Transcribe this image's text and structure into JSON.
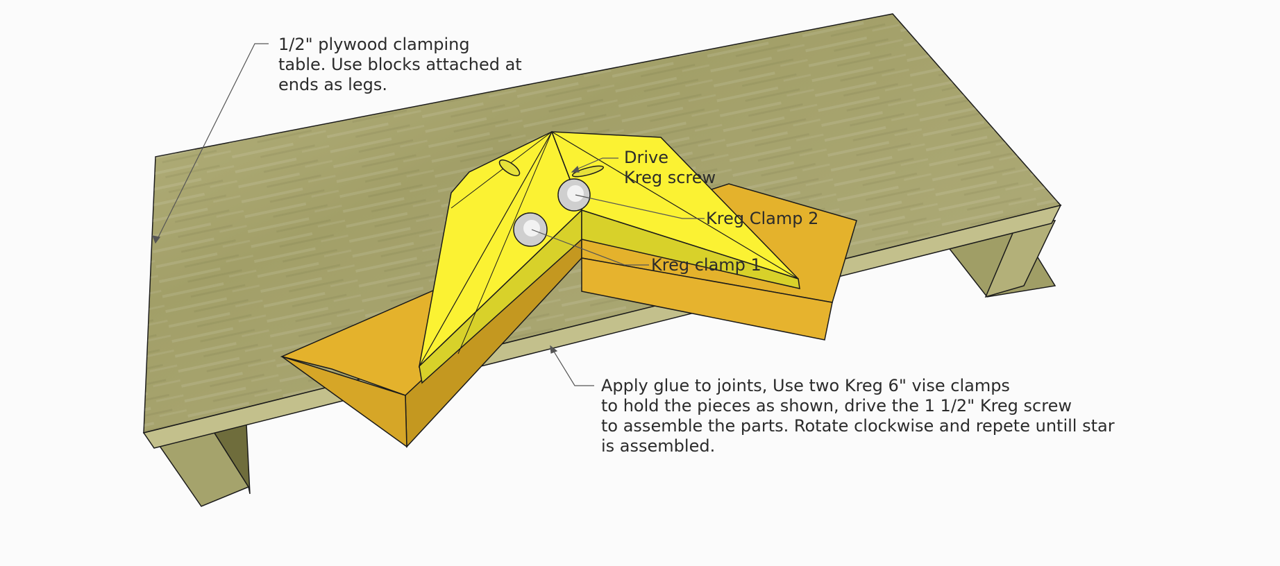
{
  "annotations": {
    "table_note": {
      "lines": [
        "1/2\" plywood clamping",
        "table. Use blocks attached at",
        "ends as legs."
      ]
    },
    "drive_note": {
      "lines": [
        "Drive",
        "Kreg screw"
      ]
    },
    "clamp2_label": "Kreg Clamp 2",
    "clamp1_label": "Kreg clamp 1",
    "glue_note": {
      "lines": [
        "Apply glue to joints, Use two Kreg 6\" vise clamps",
        "to hold the pieces as shown, drive the 1 1/2\" Kreg screw",
        "to assemble the parts. Rotate clockwise and repete untill star",
        "is assembled."
      ]
    }
  },
  "colors": {
    "background": "#fbfbfb",
    "plywood_top": "#a3a06a",
    "plywood_edge": "#c2bf8a",
    "plywood_leg": "#8f8d52",
    "star_face": "#fbf032",
    "star_shade": "#d8d22a",
    "block_top": "#e3b12c",
    "block_side": "#c69a22",
    "outline": "#1a1a1a",
    "leader": "#555555"
  }
}
